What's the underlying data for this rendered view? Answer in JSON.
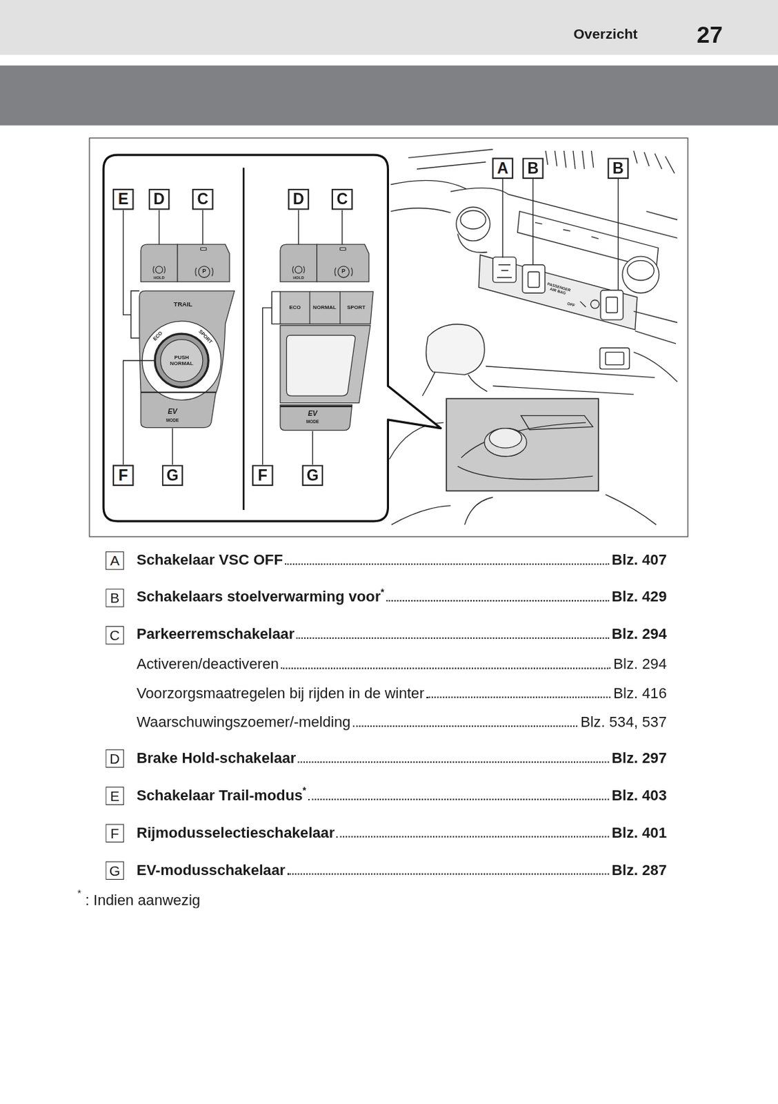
{
  "diagram": {
    "nodes": [
      {
        "text": [
          "A"
        ]
      },
      {
        "text": [
          "B"
        ]
      },
      {
        "text": [
          "B"
        ]
      },
      {
        "text": [
          "E"
        ]
      },
      {
        "text": [
          "D"
        ]
      },
      {
        "text": [
          "C"
        ]
      },
      {
        "text": [
          "D"
        ]
      },
      {
        "text": [
          "C"
        ]
      },
      {
        "text": [
          "F"
        ]
      },
      {
        "text": [
          "G"
        ]
      },
      {
        "text": [
          "F"
        ]
      },
      {
        "text": [
          "G"
        ]
      },
      {
        "text": [
          "A"
        ]
      },
      {
        "text": [
          "B"
        ]
      },
      {
        "text": [
          "C"
        ]
      },
      {
        "text": [
          "D"
        ]
      },
      {
        "text": [
          "E"
        ]
      },
      {
        "text": [
          "F"
        ]
      },
      {
        "text": [
          "G"
        ]
      }
    ],
    "labels": [
      "Overzicht",
      "27",
      "HOLD",
      "P",
      "TRAIL",
      "ECO",
      "SPORT",
      "PUSH NORMAL",
      "EV",
      "MODE",
      "HOLD",
      "P",
      "ECO",
      "NORMAL",
      "SPORT",
      "EV",
      "MODE",
      "PASSENGER AIR BAG",
      "OFF",
      "Schakelaar VSC OFF",
      "Blz. 407",
      "Schakelaars stoelverwarming voor",
      "*",
      "Blz. 429",
      "Parkeerremschakelaar",
      "Blz. 294",
      "Activeren/deactiveren",
      "Blz. 294",
      "Voorzorgsmaatregelen bij rijden in de winter",
      "Blz. 416",
      "Waarschuwingszoemer/-melding",
      "Blz. 534, 537",
      "Brake Hold-schakelaar",
      "Blz. 297",
      "Schakelaar Trail-modus",
      "*",
      "Blz. 403",
      "Rijmodusselectieschakelaar",
      "Blz. 401",
      "EV-modusschakelaar",
      "Blz. 287",
      "*",
      ": Indien aanwezig"
    ]
  }
}
